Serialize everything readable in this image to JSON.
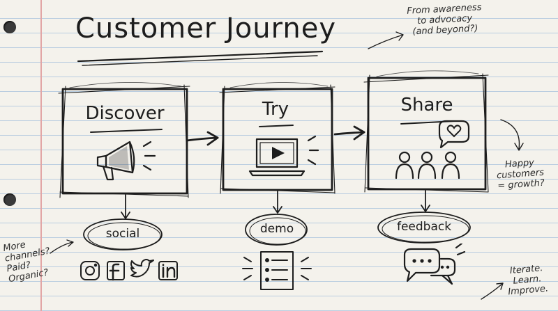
{
  "title": "Customer Journey",
  "subtitle_note": "From awareness\nto advocacy\n(and beyond?)",
  "stages": [
    {
      "label": "Discover",
      "icon": "megaphone-icon",
      "channel": "social"
    },
    {
      "label": "Try",
      "icon": "laptop-play-icon",
      "channel": "demo"
    },
    {
      "label": "Share",
      "icon": "people-heart-icon",
      "channel": "feedback"
    }
  ],
  "notes": {
    "growth": "Happy\ncustomers\n= growth?",
    "channels": "More\nchannels?\nPaid?\nOrganic?",
    "iterate": "Iterate.\nLearn.\nImprove."
  },
  "social_icons": [
    "instagram-icon",
    "facebook-icon",
    "twitter-icon",
    "linkedin-icon"
  ],
  "colors": {
    "ink": "#1d1d1d",
    "paper": "#f4f2ec",
    "rule": "#b9cde0",
    "margin": "#e2a6a6"
  }
}
